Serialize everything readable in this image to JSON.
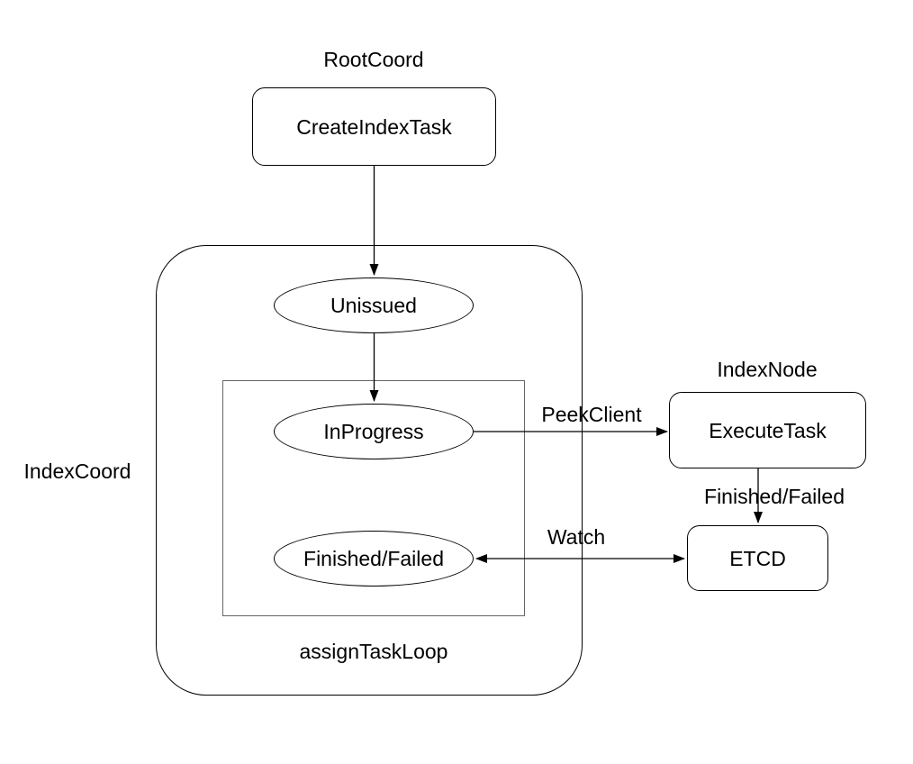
{
  "diagram": {
    "group_labels": {
      "root_coord": "RootCoord",
      "index_coord": "IndexCoord",
      "index_node": "IndexNode",
      "assign_task_loop": "assignTaskLoop"
    },
    "nodes": {
      "create_index_task": "CreateIndexTask",
      "unissued": "Unissued",
      "in_progress": "InProgress",
      "finished_failed": "Finished/Failed",
      "execute_task": "ExecuteTask",
      "etcd": "ETCD"
    },
    "edges": [
      {
        "from": "create_index_task",
        "to": "unissued",
        "label": "",
        "bidirectional": false
      },
      {
        "from": "unissued",
        "to": "in_progress",
        "label": "",
        "bidirectional": false
      },
      {
        "from": "in_progress",
        "to": "execute_task",
        "label": "PeekClient",
        "bidirectional": false
      },
      {
        "from": "execute_task",
        "to": "etcd",
        "label": "Finished/Failed",
        "bidirectional": false
      },
      {
        "from": "etcd",
        "to": "finished_failed",
        "label": "Watch",
        "bidirectional": true
      }
    ],
    "colors": {
      "stroke": "#000000",
      "loop_rect_stroke": "#666666",
      "background": "#ffffff",
      "text": "#000000"
    }
  }
}
